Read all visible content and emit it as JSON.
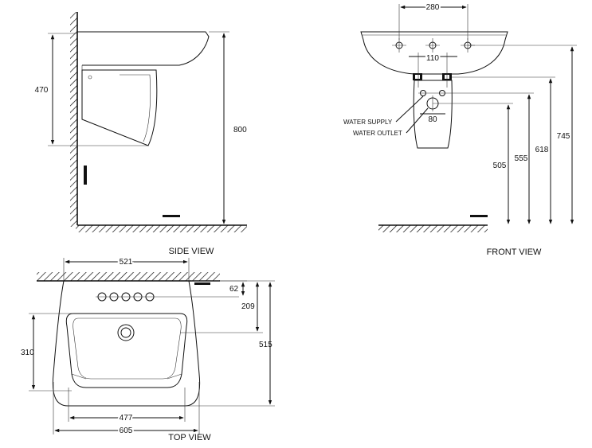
{
  "views": {
    "side": "SIDE VIEW",
    "front": "FRONT VIEW",
    "top": "TOP VIEW"
  },
  "side_view": {
    "dim_470": "470",
    "dim_800": "800"
  },
  "front_view": {
    "dim_280": "280",
    "dim_110": "110",
    "dim_80": "80",
    "dim_505": "505",
    "dim_555": "555",
    "dim_618": "618",
    "dim_745": "745",
    "water_supply": "WATER SUPPLY",
    "water_outlet": "WATER OUTLET"
  },
  "top_view": {
    "dim_521": "521",
    "dim_62": "62",
    "dim_209": "209",
    "dim_310": "310",
    "dim_515": "515",
    "dim_477": "477",
    "dim_605": "605"
  },
  "colors": {
    "line": "#111111",
    "background": "#ffffff"
  }
}
